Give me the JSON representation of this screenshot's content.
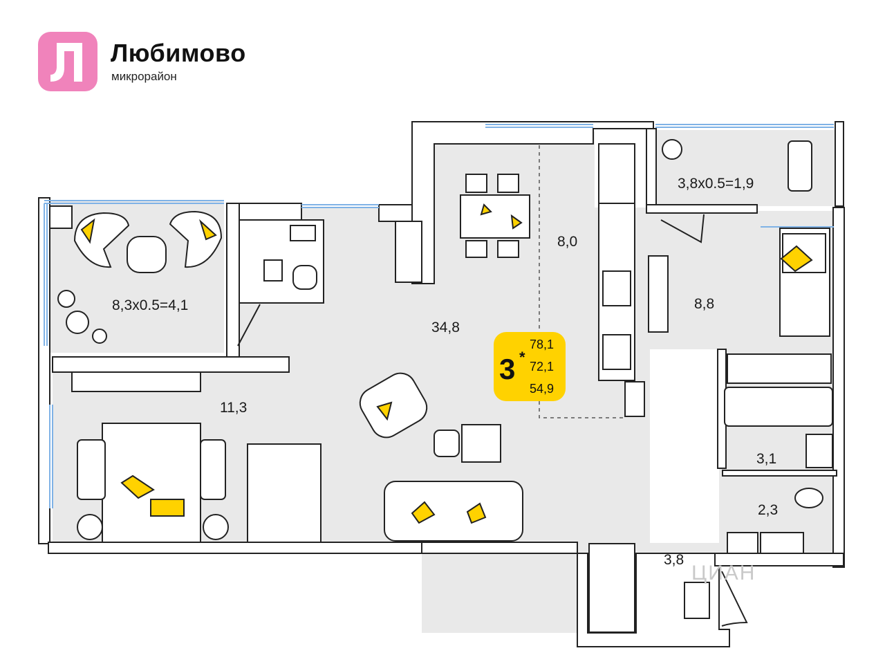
{
  "brand": {
    "name": "Любимово",
    "subtitle": "микрорайон",
    "logo_color": "#f083bb"
  },
  "apartment": {
    "rooms": "3",
    "rooms_mark": "*",
    "total_area": "78,1",
    "area_without_balcony": "72,1",
    "living_area": "54,9",
    "badge_color": "#ffd200"
  },
  "rooms": [
    {
      "id": "loggia-left",
      "label": "8,3x0.5=4,1"
    },
    {
      "id": "loggia-right",
      "label": "3,8x0.5=1,9"
    },
    {
      "id": "living",
      "label": "34,8"
    },
    {
      "id": "kitchen",
      "label": "8,0"
    },
    {
      "id": "bedroom-right",
      "label": "8,8"
    },
    {
      "id": "bedroom-left",
      "label": "11,3"
    },
    {
      "id": "bathroom",
      "label": "3,1"
    },
    {
      "id": "toilet",
      "label": "2,3"
    },
    {
      "id": "hall",
      "label": "3,8"
    }
  ],
  "colors": {
    "floor": "#e9e9e9",
    "wall": "#ffffff",
    "accent": "#ffd200",
    "window": "#7fb2e6"
  },
  "watermark": "ЦИАН"
}
